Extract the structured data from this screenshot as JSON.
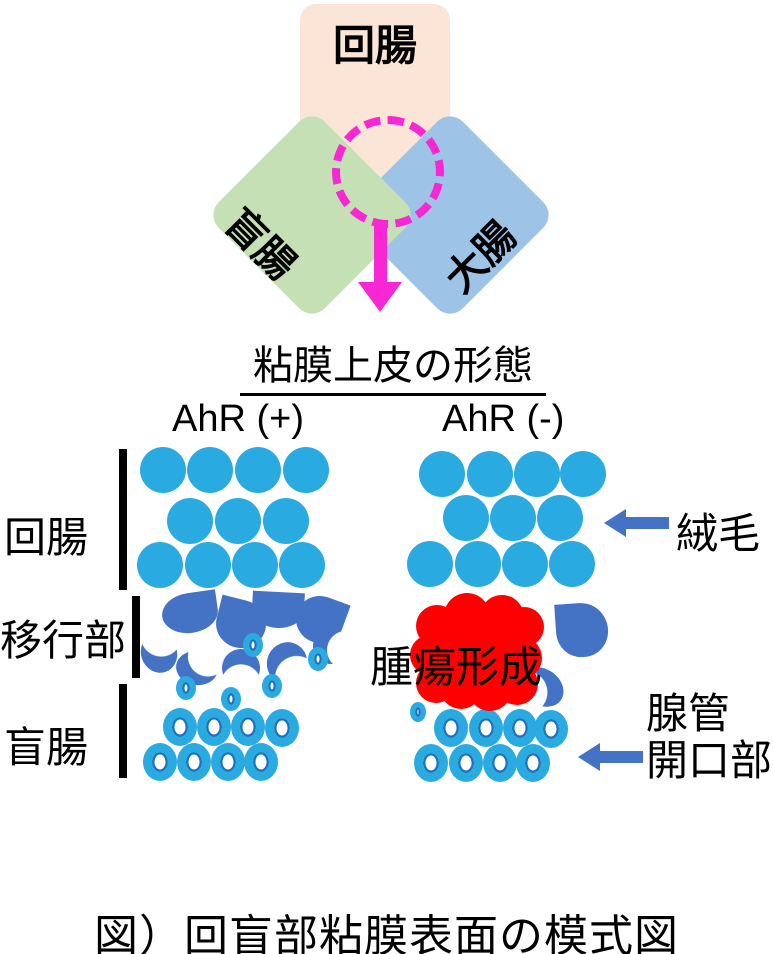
{
  "top_diagram": {
    "ileum_label": "回腸",
    "cecum_label": "盲腸",
    "colon_label": "大腸"
  },
  "section_title": "粘膜上皮の形態",
  "columns": {
    "left_header": "AhR (+)",
    "right_header": "AhR (-)"
  },
  "row_labels": {
    "ileum": "回腸",
    "transition": "移行部",
    "cecum": "盲腸"
  },
  "annotations": {
    "villi": "絨毛",
    "gland_line1": "腺管",
    "gland_line2": "開口部",
    "tumor": "腫瘍形成"
  },
  "caption": "図）回盲部粘膜表面の模式図",
  "colors": {
    "ileum_fill": "#FBE5D6",
    "cecum_fill": "#C5E0B4",
    "colon_fill": "#9DC3E6",
    "magenta": "#F728D4",
    "villi_blue": "#29ABE2",
    "accent_blue": "#4472C4",
    "ring_inner_edge": "#1B75BC",
    "tumor_red": "#FF0000"
  }
}
